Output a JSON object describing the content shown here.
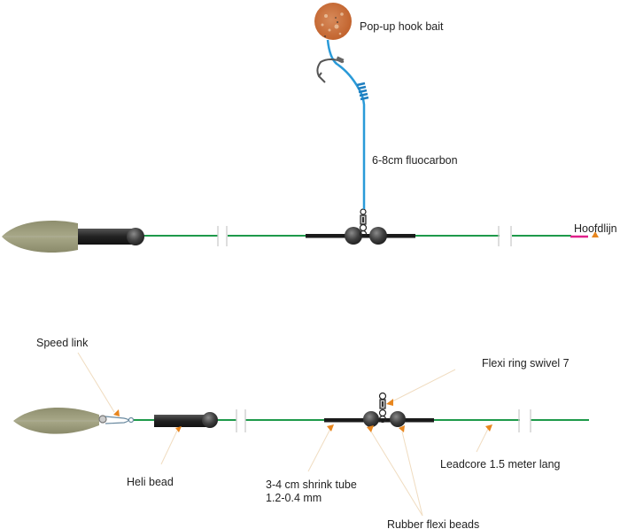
{
  "diagram": {
    "title": "Carp rig diagram",
    "top_rig": {
      "labels": {
        "hook_bait": "Pop-up hook bait",
        "hooklink": "6-8cm fluocarbon",
        "mainline": "Hoofdlijn"
      }
    },
    "bottom_rig": {
      "labels": {
        "speed_link": "Speed link",
        "heli_bead": "Heli bead",
        "flexi_swivel": "Flexi ring swivel 7",
        "shrink_tube_line1": "3-4 cm shrink tube",
        "shrink_tube_line2": "1.2-0.4 mm",
        "rubber_beads": "Rubber flexi beads",
        "leadcore": "Leadcore 1.5 meter lang"
      }
    },
    "colors": {
      "leadcore": "#1e9a4a",
      "hooklink": "#2a9ad8",
      "lead": "#9a9a78",
      "tube": "#1a1a1a",
      "bead": "#4a4a4a",
      "boilie": "#c9692c",
      "mainline": "#e0208a",
      "arrow": "#e8861e",
      "leader_line": "#f0dcc0"
    }
  }
}
